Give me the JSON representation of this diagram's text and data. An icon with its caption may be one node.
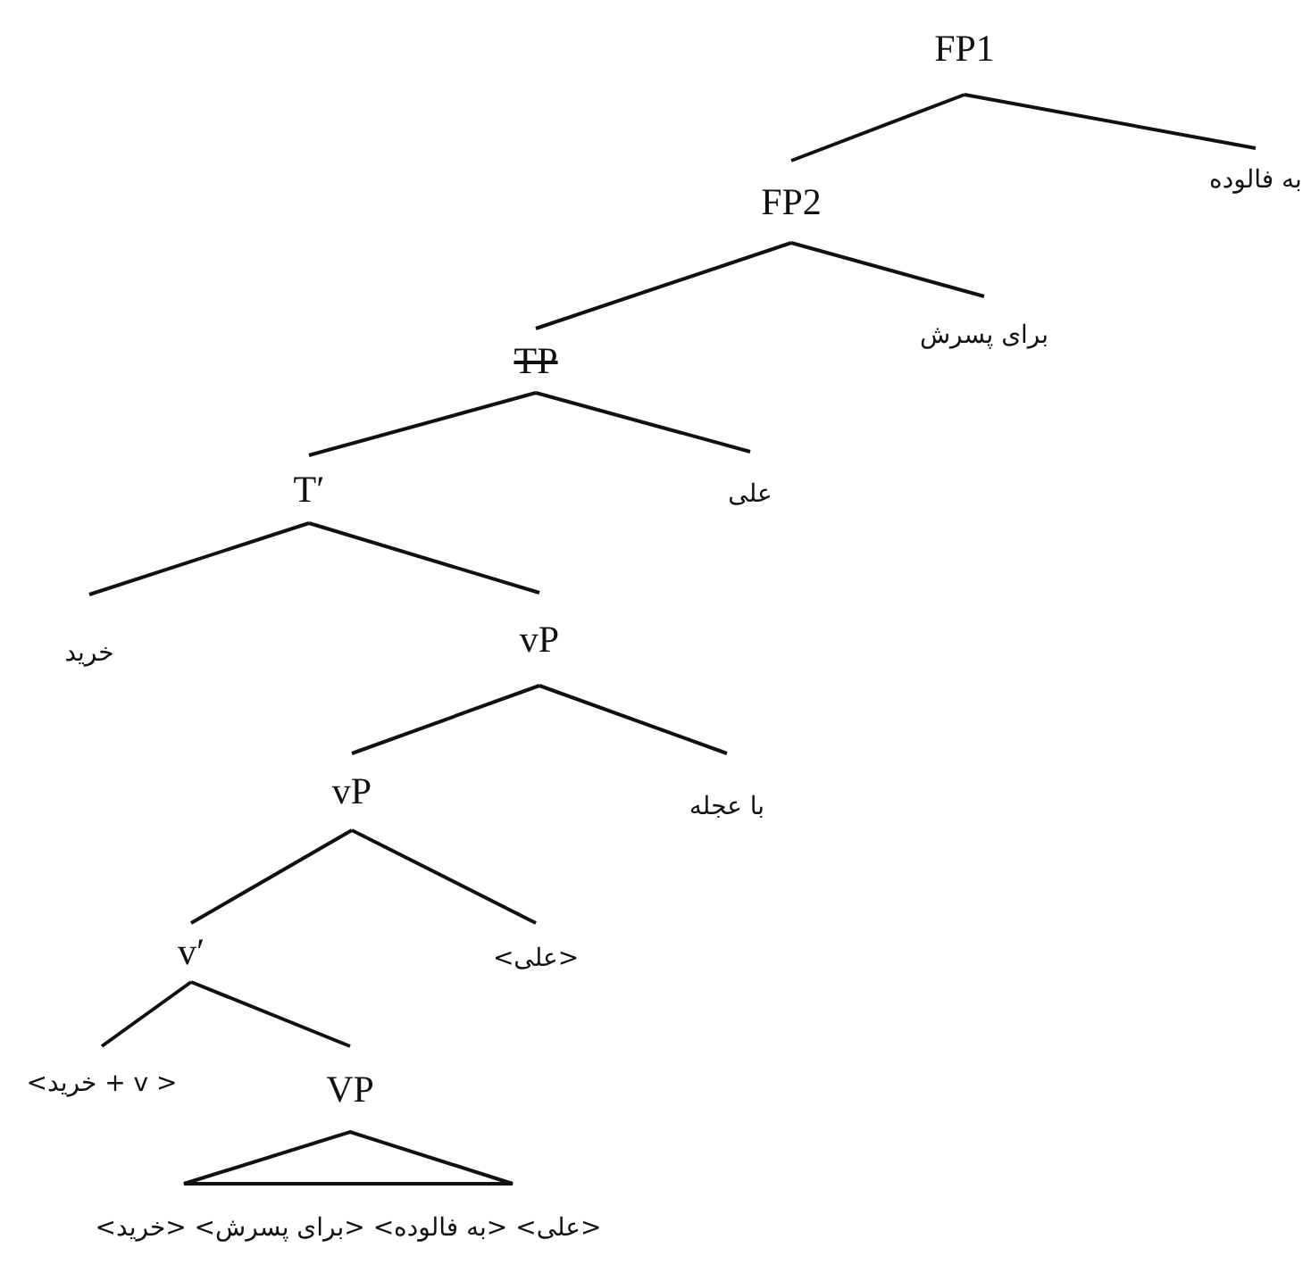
{
  "diagram": {
    "nodes": [
      {
        "text": [
          "FP1"
        ]
      },
      {
        "text": [
          "به فالوده"
        ]
      },
      {
        "text": [
          "FP2"
        ]
      },
      {
        "text": [
          "برای پسرش"
        ]
      },
      {
        "text": [
          "TP"
        ]
      },
      {
        "text": [
          "T′"
        ]
      },
      {
        "text": [
          "علی"
        ]
      },
      {
        "text": [
          "vP"
        ]
      },
      {
        "text": [
          "خرید"
        ]
      },
      {
        "text": [
          "vP"
        ]
      },
      {
        "text": [
          "با عجله"
        ]
      },
      {
        "text": [
          "v′"
        ]
      },
      {
        "text": [
          "<علی>"
        ]
      },
      {
        "text": [
          "VP"
        ]
      },
      {
        "text": [
          "< v + خرید>"
        ]
      },
      {
        "text": [
          "<علی> <به فالوده> <برای پسرش> <خرید>"
        ]
      }
    ],
    "edges": [
      {
        "from": 0,
        "to": 2,
        "arrow": "none"
      },
      {
        "from": 0,
        "to": 1,
        "arrow": "none"
      },
      {
        "from": 2,
        "to": 4,
        "arrow": "none"
      },
      {
        "from": 2,
        "to": 3,
        "arrow": "none"
      },
      {
        "from": 4,
        "to": 5,
        "arrow": "none"
      },
      {
        "from": 4,
        "to": 6,
        "arrow": "none"
      },
      {
        "from": 5,
        "to": 8,
        "arrow": "none"
      },
      {
        "from": 5,
        "to": 7,
        "arrow": "none"
      },
      {
        "from": 7,
        "to": 9,
        "arrow": "none"
      },
      {
        "from": 7,
        "to": 10,
        "arrow": "none"
      },
      {
        "from": 9,
        "to": 11,
        "arrow": "none"
      },
      {
        "from": 9,
        "to": 12,
        "arrow": "none"
      },
      {
        "from": 11,
        "to": 14,
        "arrow": "none"
      },
      {
        "from": 11,
        "to": 13,
        "arrow": "none"
      },
      {
        "from": 13,
        "to": 15,
        "arrow": "none"
      }
    ]
  }
}
